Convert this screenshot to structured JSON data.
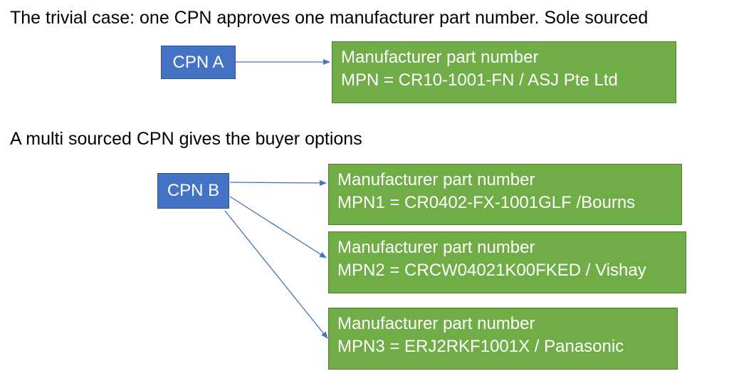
{
  "headings": {
    "trivial": "The trivial case:  one CPN approves one manufacturer part number. Sole sourced",
    "multi": "A multi sourced CPN gives the buyer options"
  },
  "cpn_boxes": {
    "a": "CPN A",
    "b": "CPN B"
  },
  "mpn_boxes": {
    "a": {
      "title": "Manufacturer part number",
      "value": "MPN = CR10-1001-FN / ASJ Pte Ltd"
    },
    "b1": {
      "title": "Manufacturer part number",
      "value": "MPN1 =  CR0402-FX-1001GLF /Bourns"
    },
    "b2": {
      "title": "Manufacturer part number",
      "value": "MPN2 = CRCW04021K00FKED / Vishay"
    },
    "b3": {
      "title": "Manufacturer part number",
      "value": "MPN3 = ERJ2RKF1001X / Panasonic"
    }
  },
  "colors": {
    "cpn_fill": "#4472c4",
    "mpn_fill": "#70ad47",
    "arrow": "#4472c4"
  }
}
